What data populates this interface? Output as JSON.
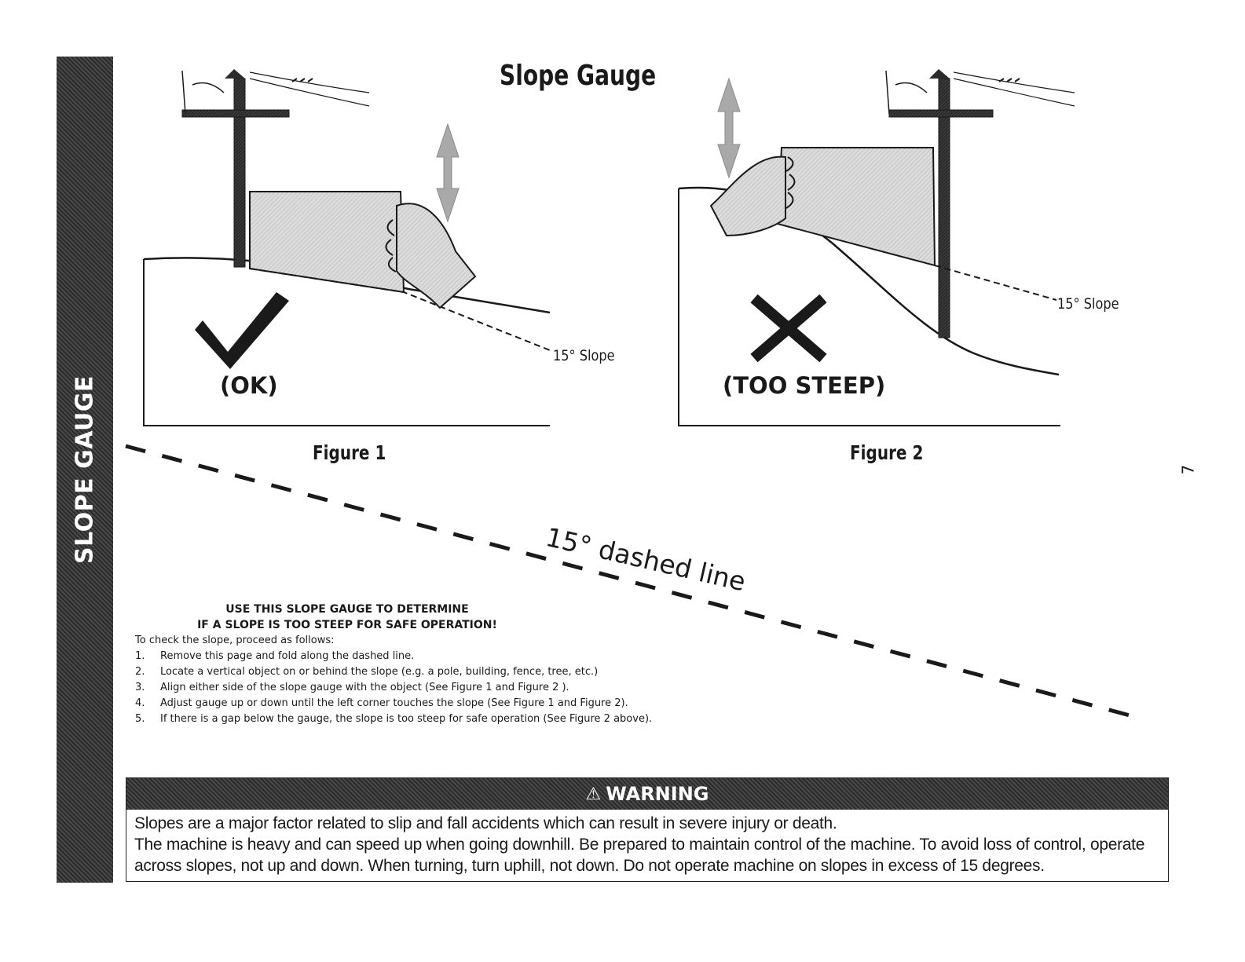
{
  "side_tab": {
    "label": "SLOPE GAUGE"
  },
  "page": {
    "title": "Slope Gauge",
    "number": "7"
  },
  "figure1": {
    "caption": "Figure 1",
    "status": "(OK)",
    "slope_label": "15° Slope"
  },
  "figure2": {
    "caption": "Figure 2",
    "status": "(TOO STEEP)",
    "slope_label": "15° Slope"
  },
  "fold_line": {
    "label": "15° dashed line"
  },
  "instructions": {
    "heading_line1": "USE THIS SLOPE GAUGE TO DETERMINE",
    "heading_line2": "IF A SLOPE IS TOO STEEP FOR SAFE OPERATION!",
    "intro": "To check the slope, proceed as follows:",
    "steps": [
      {
        "num": "1.",
        "text": "Remove this page and fold along the dashed line."
      },
      {
        "num": "2.",
        "text": "Locate a vertical object on or behind the slope (e.g. a pole, building, fence, tree, etc.)"
      },
      {
        "num": "3.",
        "text": "Align either side of the slope gauge with the object (See Figure 1 and Figure 2 )."
      },
      {
        "num": "4.",
        "text": "Adjust gauge up or down until the left corner touches the slope (See Figure 1 and Figure 2)."
      },
      {
        "num": "5.",
        "text": "If there is a gap below the gauge, the slope is too steep for safe operation (See Figure 2 above)."
      }
    ]
  },
  "warning": {
    "title": "WARNING",
    "icon": "warning-triangle-icon",
    "lines": [
      "Slopes are a major factor related to slip and fall accidents which can result in severe injury or death.",
      "The machine is heavy and can speed up when going downhill. Be prepared to maintain control of the machine. To avoid loss of control, operate across slopes, not up and down. When turning, turn uphill, not down. Do not operate machine on slopes in excess of 15 degrees."
    ]
  },
  "colors": {
    "tab_dark": "#2a2a2a",
    "gauge_gray": "#cfcfcf",
    "arrow_gray": "#a9a9a9",
    "ink": "#1a1a1a"
  }
}
